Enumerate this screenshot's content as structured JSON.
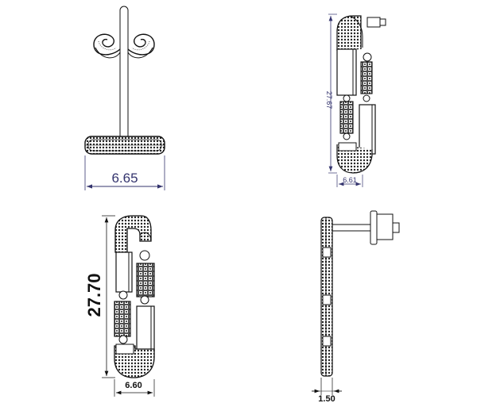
{
  "drawing": {
    "views": [
      {
        "id": "top-view",
        "dimension": "6.65"
      },
      {
        "id": "side-view",
        "dimension_height": "27.67",
        "dimension_width": "6.61"
      },
      {
        "id": "front-view",
        "dimension_height": "27.70",
        "dimension_width": "6.60"
      },
      {
        "id": "profile-view",
        "dimension_width": "1.50"
      }
    ],
    "colors": {
      "line": "#111111",
      "dimension": "#34346e"
    }
  }
}
